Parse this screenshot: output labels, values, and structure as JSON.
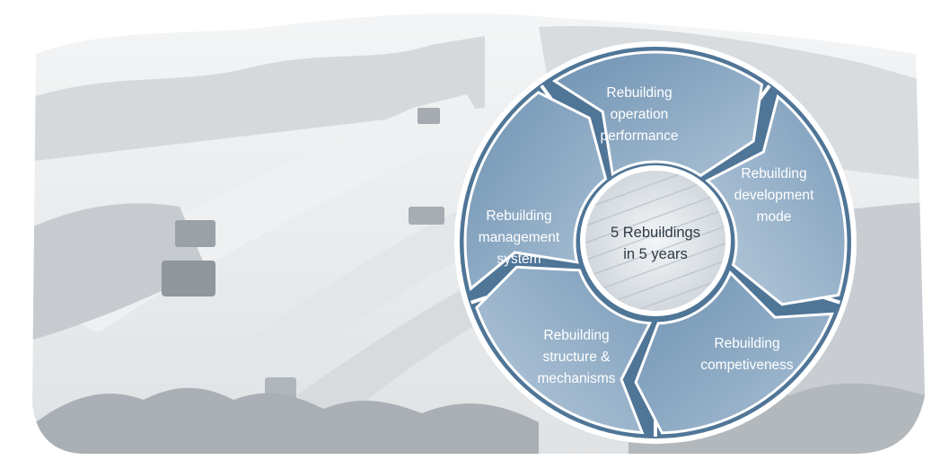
{
  "diagram": {
    "center": {
      "lines": [
        "5 Rebuildings",
        "in 5 years"
      ]
    },
    "segments": [
      {
        "name": "operation-performance",
        "lines": [
          "Rebuilding",
          "operation",
          "performance"
        ]
      },
      {
        "name": "development-mode",
        "lines": [
          "Rebuilding",
          "development",
          "mode"
        ]
      },
      {
        "name": "competiveness",
        "lines": [
          "Rebuilding",
          "competiveness"
        ]
      },
      {
        "name": "structure-mechanisms",
        "lines": [
          "Rebuilding",
          "structure &",
          "mechanisms"
        ]
      },
      {
        "name": "management-system",
        "lines": [
          "Rebuilding",
          "management",
          "system"
        ]
      }
    ]
  }
}
